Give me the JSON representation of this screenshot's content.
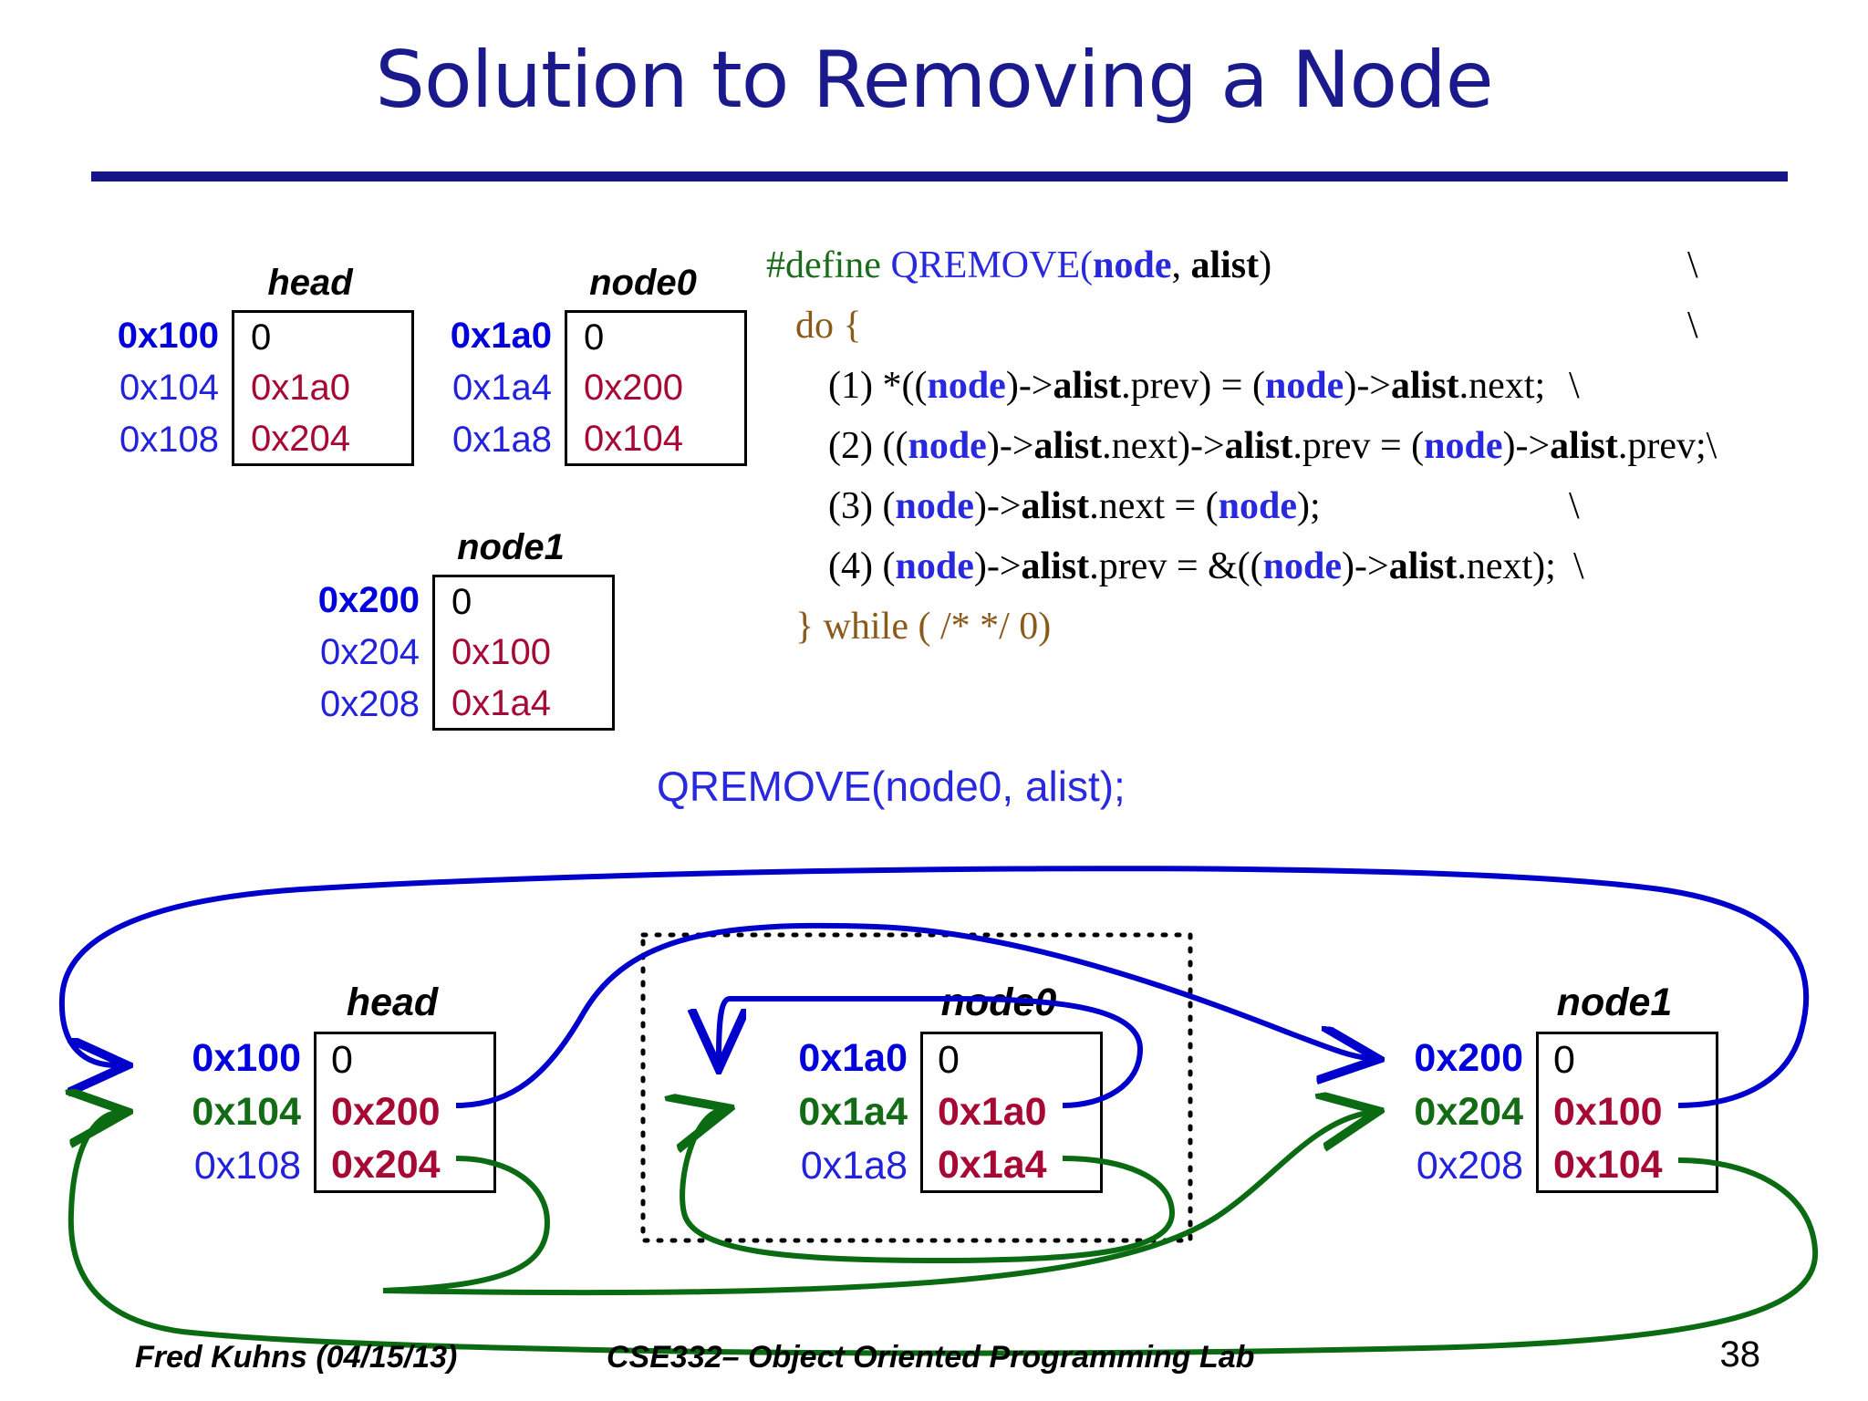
{
  "slide": {
    "title": "Solution to Removing a Node",
    "call_label": "QREMOVE(node0, alist);"
  },
  "footer": {
    "author": "Fred Kuhns (04/15/13)",
    "course": "CSE332– Object Oriented Programming Lab",
    "page_number": "38"
  },
  "colors": {
    "title_blue": "#1a1a8c",
    "rule_blue": "#16168a",
    "addr_blue": "#0000dd",
    "addr_green": "#136b15",
    "value_red": "#a60933",
    "code_green": "#1a6b1a",
    "code_blue": "#2828dd",
    "code_brown": "#8a5a1b",
    "arrow_blue": "#0000cc",
    "arrow_green": "#0a6b12"
  },
  "code": {
    "line0": {
      "define": "#define",
      "macro": "QREMOVE(",
      "node": "node",
      "comma": ", ",
      "alist": "alist",
      "close": ")",
      "cont": "\\"
    },
    "line1": {
      "text": "do {",
      "cont": "\\"
    },
    "line2": {
      "num": "(1)",
      "a": "*((",
      "node1": "node",
      "b": ")->",
      "alist1": "alist",
      "c": ".prev) = (",
      "node2": "node",
      "d": ")->",
      "alist2": "alist",
      "e": ".next;",
      "cont": "\\"
    },
    "line3": {
      "num": "(2)",
      "a": "((",
      "node1": "node",
      "b": ")->",
      "alist1": "alist",
      "c": ".next)->",
      "alist2": "alist",
      "d": ".prev = (",
      "node2": "node",
      "e": ")->",
      "alist3": "alist",
      "f": ".prev;",
      "cont": "\\"
    },
    "line4": {
      "num": "(3)",
      "a": "(",
      "node1": "node",
      "b": ")->",
      "alist1": "alist",
      "c": ".next = (",
      "node2": "node",
      "d": ");",
      "cont": "\\"
    },
    "line5": {
      "num": "(4)",
      "a": "(",
      "node1": "node",
      "b": ")->",
      "alist1": "alist",
      "c": ".prev = &((",
      "node2": "node",
      "d": ")->",
      "alist2": "alist",
      "e": ".next);",
      "cont": "\\"
    },
    "line6": {
      "text": "} while ( /* */ 0)"
    }
  },
  "top_tables": [
    {
      "name": "head",
      "caption": "head",
      "rows": [
        {
          "addr": "0x100",
          "addr_style": "blue-bold",
          "value": "0",
          "value_style": "black"
        },
        {
          "addr": "0x104",
          "addr_style": "blue",
          "value": "0x1a0",
          "value_style": "red"
        },
        {
          "addr": "0x108",
          "addr_style": "blue",
          "value": "0x204",
          "value_style": "red"
        }
      ]
    },
    {
      "name": "node0",
      "caption": "node0",
      "rows": [
        {
          "addr": "0x1a0",
          "addr_style": "blue-bold",
          "value": "0",
          "value_style": "black"
        },
        {
          "addr": "0x1a4",
          "addr_style": "blue",
          "value": "0x200",
          "value_style": "red"
        },
        {
          "addr": "0x1a8",
          "addr_style": "blue",
          "value": "0x104",
          "value_style": "red"
        }
      ]
    },
    {
      "name": "node1",
      "caption": "node1",
      "rows": [
        {
          "addr": "0x200",
          "addr_style": "blue-bold",
          "value": "0",
          "value_style": "black"
        },
        {
          "addr": "0x204",
          "addr_style": "blue",
          "value": "0x100",
          "value_style": "red"
        },
        {
          "addr": "0x208",
          "addr_style": "blue",
          "value": "0x1a4",
          "value_style": "red"
        }
      ]
    }
  ],
  "bottom_tables": [
    {
      "name": "head",
      "caption": "head",
      "rows": [
        {
          "addr": "0x100",
          "addr_style": "blue-bold",
          "value": "0",
          "value_style": "black"
        },
        {
          "addr": "0x104",
          "addr_style": "green-bold",
          "value": "0x200",
          "value_style": "red-bold"
        },
        {
          "addr": "0x108",
          "addr_style": "blue",
          "value": "0x204",
          "value_style": "red-bold"
        }
      ]
    },
    {
      "name": "node0",
      "caption": "node0",
      "rows": [
        {
          "addr": "0x1a0",
          "addr_style": "blue-bold",
          "value": "0",
          "value_style": "black"
        },
        {
          "addr": "0x1a4",
          "addr_style": "green-bold",
          "value": "0x1a0",
          "value_style": "red-bold"
        },
        {
          "addr": "0x1a8",
          "addr_style": "blue",
          "value": "0x1a4",
          "value_style": "red-bold"
        }
      ]
    },
    {
      "name": "node1",
      "caption": "node1",
      "rows": [
        {
          "addr": "0x200",
          "addr_style": "blue-bold",
          "value": "0",
          "value_style": "black"
        },
        {
          "addr": "0x204",
          "addr_style": "green-bold",
          "value": "0x100",
          "value_style": "red-bold"
        },
        {
          "addr": "0x208",
          "addr_style": "blue",
          "value": "0x104",
          "value_style": "red-bold"
        }
      ]
    }
  ]
}
